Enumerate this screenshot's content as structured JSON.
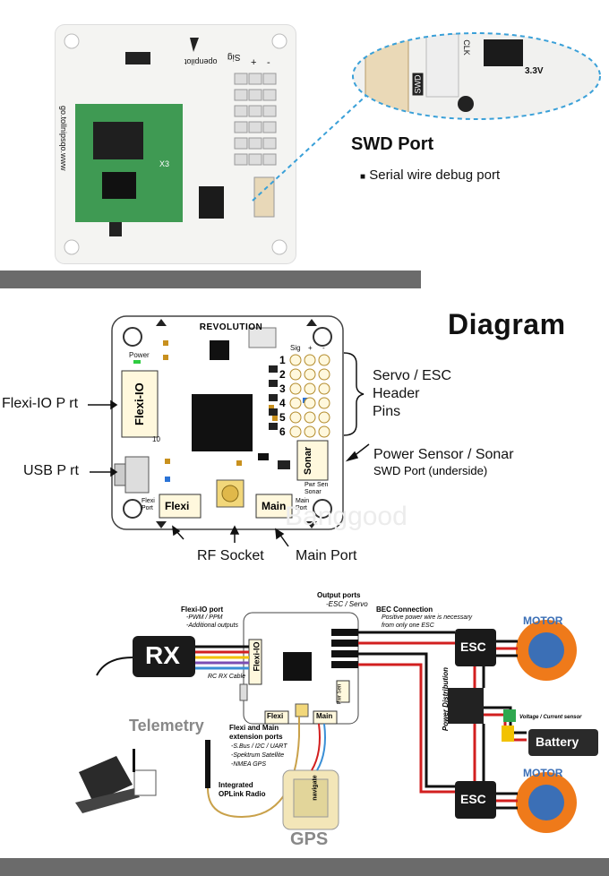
{
  "top_photo": {
    "board_text": [
      "go.tollnipsqo.www",
      "Sig",
      "+",
      "-",
      "X3"
    ],
    "logo_text": "openpilot"
  },
  "zoom_callout": {
    "pin_labels": [
      "3.3V",
      "CLK",
      "SWD"
    ]
  },
  "swd": {
    "title": "SWD Port",
    "bullet": "Serial wire debug port"
  },
  "diagram": {
    "title": "Diagram",
    "board_name": "REVOLUTION",
    "power_led_label": "Power",
    "flexi_io_label": "Flexi-IO",
    "pin_numbers": [
      "1",
      "2",
      "3",
      "4",
      "5",
      "6"
    ],
    "header_labels": [
      "Sig",
      "+",
      "-"
    ],
    "pin_ten": "10",
    "sonar_label": "Sonar",
    "pwr_sen_sonar": "Pwr Sen\nSonar",
    "flexi_label": "Flexi",
    "flexi_port": "Flexi\nPort",
    "main_label": "Main",
    "main_port": "Main\nPort",
    "left_labels": {
      "flexi_io_port": "Flexi-IO P  rt",
      "usb_port": "USB P  rt"
    },
    "right_labels": {
      "servo": "Servo / ESC\nHeader\nPins",
      "power_sensor": "Power Sensor / Sonar",
      "swd_port": "SWD Port (underside)"
    },
    "bottom_labels": {
      "rf_socket": "RF Socket",
      "main_port": "Main Port"
    },
    "watermark": "Banggood"
  },
  "wiring": {
    "output_ports": "Output ports",
    "output_ports_sub": "-ESC / Servo",
    "flexi_io_port": "Flexi-IO port",
    "flexi_io_sub": [
      "-PWM / PPM",
      "-Additional outputs"
    ],
    "bec_title": "BEC Connection",
    "bec_sub": [
      "Positive power wire is necessary",
      "from only one ESC"
    ],
    "rx": "RX",
    "rc_rx_cable": "RC RX Cable",
    "telemetry": "Telemetry",
    "flexi_main_title": [
      "Flexi and Main",
      "extension ports"
    ],
    "flexi_main_sub": [
      "-S.Bus / I2C / UART",
      "-Spektrum Satellite",
      "-NMEA GPS"
    ],
    "integrated": [
      "Integrated",
      "OPLink Radio"
    ],
    "gps": "GPS",
    "esc": "ESC",
    "motor": "MOTOR",
    "battery": "Battery",
    "power_distribution": "Power Distribution",
    "voltage_sensor": "Voltage / Current sensor",
    "board_labels": {
      "flexi_io": "Flexi-IO",
      "flexi": "Flexi",
      "main": "Main",
      "pwr_sen": "Pwr Sen"
    },
    "gps_brand": "navigate"
  },
  "colors": {
    "accent_orange": "#ef7a1a",
    "motor_blue": "#3b6fb6",
    "wire_red": "#d21f1f",
    "wire_yellow": "#f2c200"
  }
}
